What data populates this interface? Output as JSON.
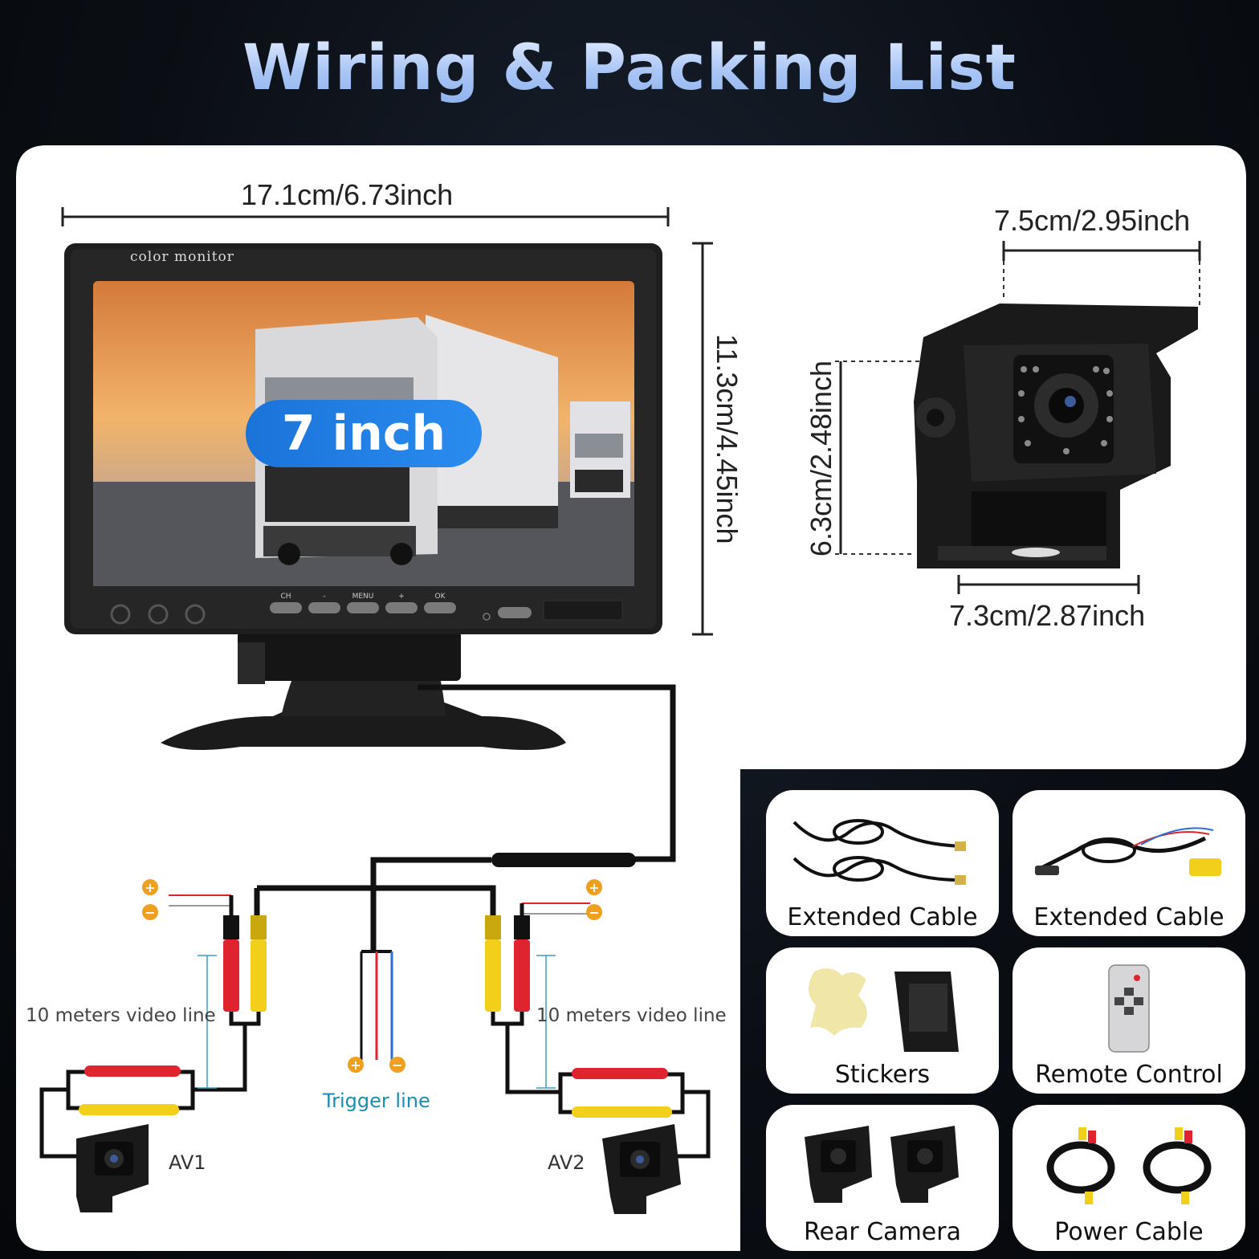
{
  "title": "Wiring & Packing List",
  "monitor": {
    "brand_text": "color monitor",
    "badge": "7 inch",
    "width_dim": "17.1cm/6.73inch",
    "height_dim": "11.3cm/4.45inch",
    "buttons": [
      "CH",
      "-",
      "MENU",
      "+",
      "OK"
    ]
  },
  "camera": {
    "top_dim": "7.5cm/2.95inch",
    "side_dim": "6.3cm/2.48inch",
    "bottom_dim": "7.3cm/2.87inch"
  },
  "wiring": {
    "video_line_left": "10 meters video line",
    "video_line_right": "10 meters video line",
    "trigger": "Trigger line",
    "av1": "AV1",
    "av2": "AV2"
  },
  "packing": [
    {
      "label": "Extended Cable",
      "icon": "extension-cable-icon"
    },
    {
      "label": "Extended Cable",
      "icon": "power-harness-icon"
    },
    {
      "label": "Stickers",
      "icon": "sticker-bracket-icon"
    },
    {
      "label": "Remote Control",
      "icon": "remote-control-icon"
    },
    {
      "label": "Rear Camera",
      "icon": "rear-camera-icon"
    },
    {
      "label": "Power Cable",
      "icon": "power-cable-icon"
    }
  ],
  "colors": {
    "title": "#a9c5f5",
    "badge": "#1b73d8",
    "trigger": "#1a8db5",
    "plus_minus": "#f0a020",
    "rca_red": "#e0242f",
    "rca_yellow": "#f2cf1a"
  }
}
